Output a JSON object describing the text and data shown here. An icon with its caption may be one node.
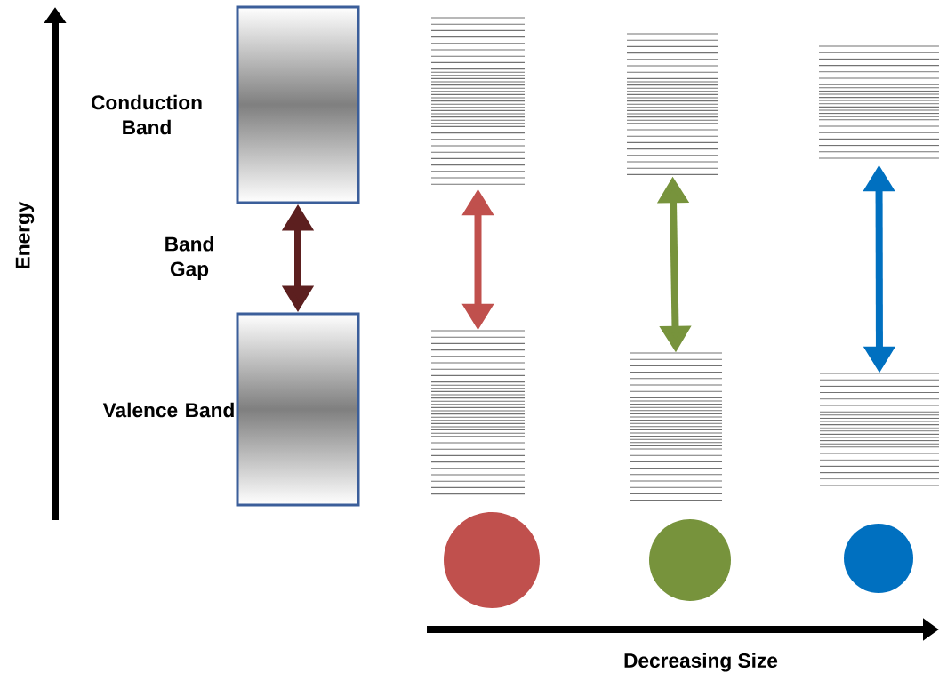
{
  "diagram": {
    "nodes": [
      {
        "text": [],
        "shape": "box",
        "beside": [
          "Conduction Band"
        ]
      },
      {
        "text": [],
        "shape": "box",
        "beside": [
          "Valence Band"
        ]
      },
      {
        "text": [],
        "shape": "bar"
      },
      {
        "text": [],
        "shape": "bar"
      },
      {
        "text": [],
        "shape": "bar"
      },
      {
        "text": [],
        "shape": "bar"
      },
      {
        "text": [],
        "shape": "bar"
      },
      {
        "text": [],
        "shape": "bar"
      },
      {
        "text": [],
        "shape": "circle"
      },
      {
        "text": [],
        "shape": "circle"
      },
      {
        "text": [],
        "shape": "circle"
      }
    ],
    "edges": [
      {
        "from": 0,
        "to": 1,
        "arrow": "both",
        "label": "Band Gap",
        "color": "#5c1f1f"
      },
      {
        "from": 2,
        "to": 3,
        "arrow": "both",
        "color": "#c0504d"
      },
      {
        "from": 4,
        "to": 5,
        "arrow": "both",
        "color": "#77933c"
      },
      {
        "from": 6,
        "to": 7,
        "arrow": "both",
        "color": "#0070c0"
      }
    ],
    "labels": [
      "Energy",
      "Decreasing Size"
    ]
  }
}
